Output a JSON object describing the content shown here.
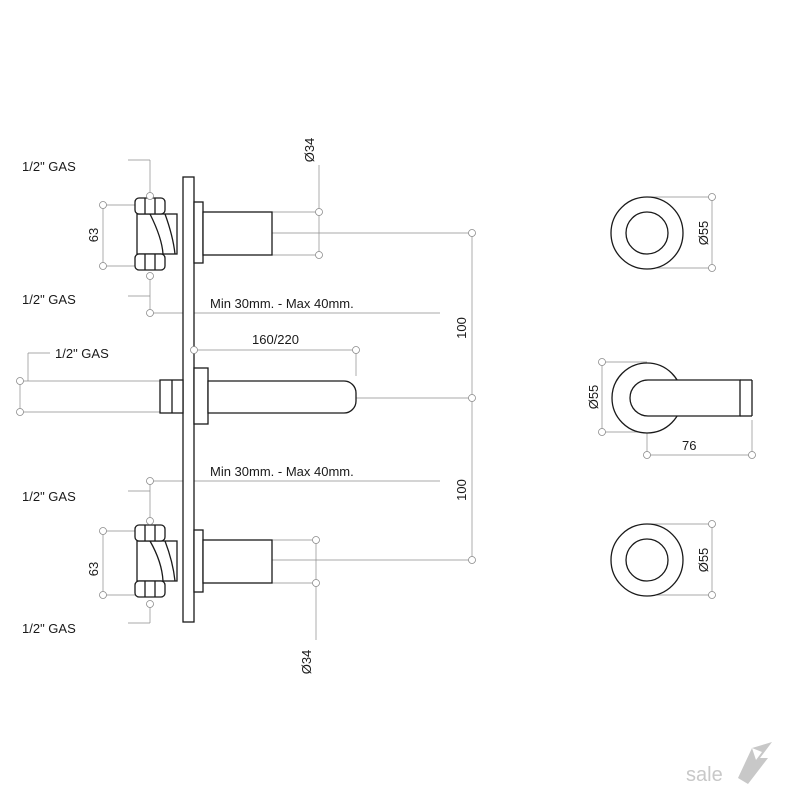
{
  "labels": {
    "gas_top_upper": "1/2\" GAS",
    "gas_top_lower": "1/2\" GAS",
    "gas_middle": "1/2\" GAS",
    "gas_bottom_upper": "1/2\" GAS",
    "gas_bottom_lower": "1/2\" GAS",
    "dim_63_top": "63",
    "dim_63_bottom": "63",
    "dim_34_top": "Ø34",
    "dim_34_bottom": "Ø34",
    "min_max_top": "Min 30mm. - Max 40mm.",
    "min_max_bottom": "Min 30mm. - Max 40mm.",
    "spout_length": "160/220",
    "dim_100_upper": "100",
    "dim_100_lower": "100",
    "handle_top_diameter": "Ø55",
    "handle_mid_diameter": "Ø55",
    "handle_mid_length": "76",
    "handle_bottom_diameter": "Ø55"
  },
  "watermark": {
    "text": "sale",
    "logo": "bird-logo"
  },
  "colors": {
    "line": "#1a1a1a",
    "dimension": "#8c8c8c",
    "watermark": "#c8c8c8"
  }
}
